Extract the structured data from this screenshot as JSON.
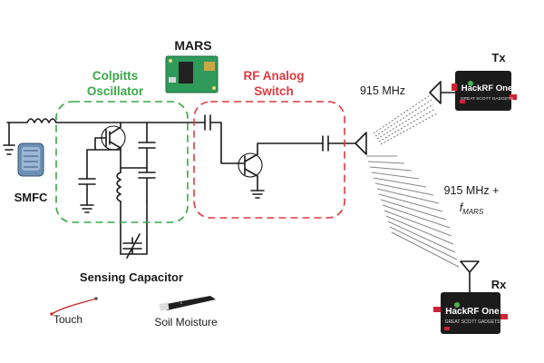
{
  "labels": {
    "mars": "MARS",
    "colpitts_line1": "Colpitts",
    "colpitts_line2": "Oscillator",
    "rf_line1": "RF Analog",
    "rf_line2": "Switch",
    "freq_tx": "915 MHz",
    "freq_rx_line1": "915 MHz +",
    "freq_rx_f": "f",
    "freq_rx_sub": "MARS",
    "tx": "Tx",
    "rx": "Rx",
    "smfc": "SMFC",
    "sensing_capacitor": "Sensing Capacitor",
    "touch": "Touch",
    "soil_moisture": "Soil Moisture"
  },
  "devices": {
    "hackrf_brand": "HackRF One",
    "hackrf_sub": "GREAT SCOTT GADGETS"
  },
  "colors": {
    "oscillator_box": "#3aa648",
    "switch_box": "#e0393e",
    "wire": "#1a1a1a",
    "hackrf_body": "#1b1b1b",
    "mars_board": "#2f9a5a"
  }
}
